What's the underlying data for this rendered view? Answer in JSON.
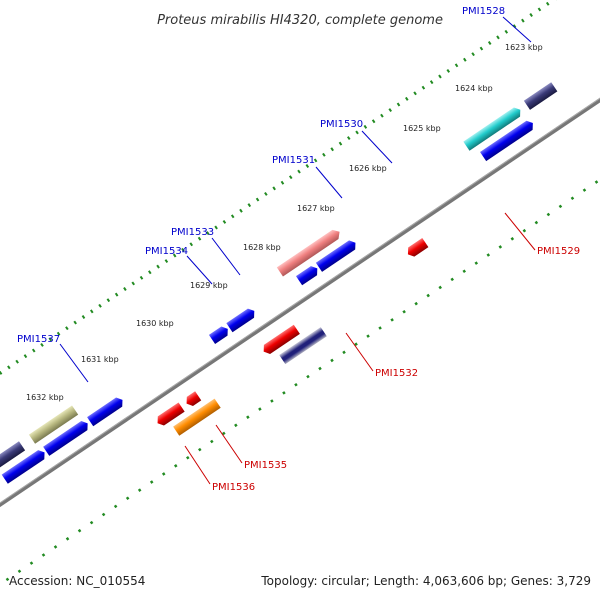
{
  "title": "Proteus mirabilis HI4320, complete genome",
  "footer": {
    "accession": "Accession: NC_010554",
    "stats": "Topology: circular; Length: 4,063,606 bp; Genes: 3,729"
  },
  "ticks": [
    "1623 kbp",
    "1624 kbp",
    "1625 kbp",
    "1626 kbp",
    "1627 kbp",
    "1628 kbp",
    "1629 kbp",
    "1630 kbp",
    "1631 kbp",
    "1632 kbp"
  ],
  "genes_plus": [
    "PMI1528",
    "PMI1530",
    "PMI1531",
    "PMI1533",
    "PMI1534",
    "PMI1537"
  ],
  "genes_minus": [
    "PMI1529",
    "PMI1532",
    "PMI1535",
    "PMI1536"
  ],
  "colors": {
    "plus_label": "#0000cc",
    "minus_label": "#cc0000",
    "backbone": "#777777",
    "gc_dots": "#228b22",
    "blue": "#0000ee",
    "red": "#ee0000",
    "cyan": "#22cccc",
    "pink": "#f08080",
    "olive": "#b8b880",
    "navy": "#3a3a78",
    "orange": "#ff8c00"
  }
}
